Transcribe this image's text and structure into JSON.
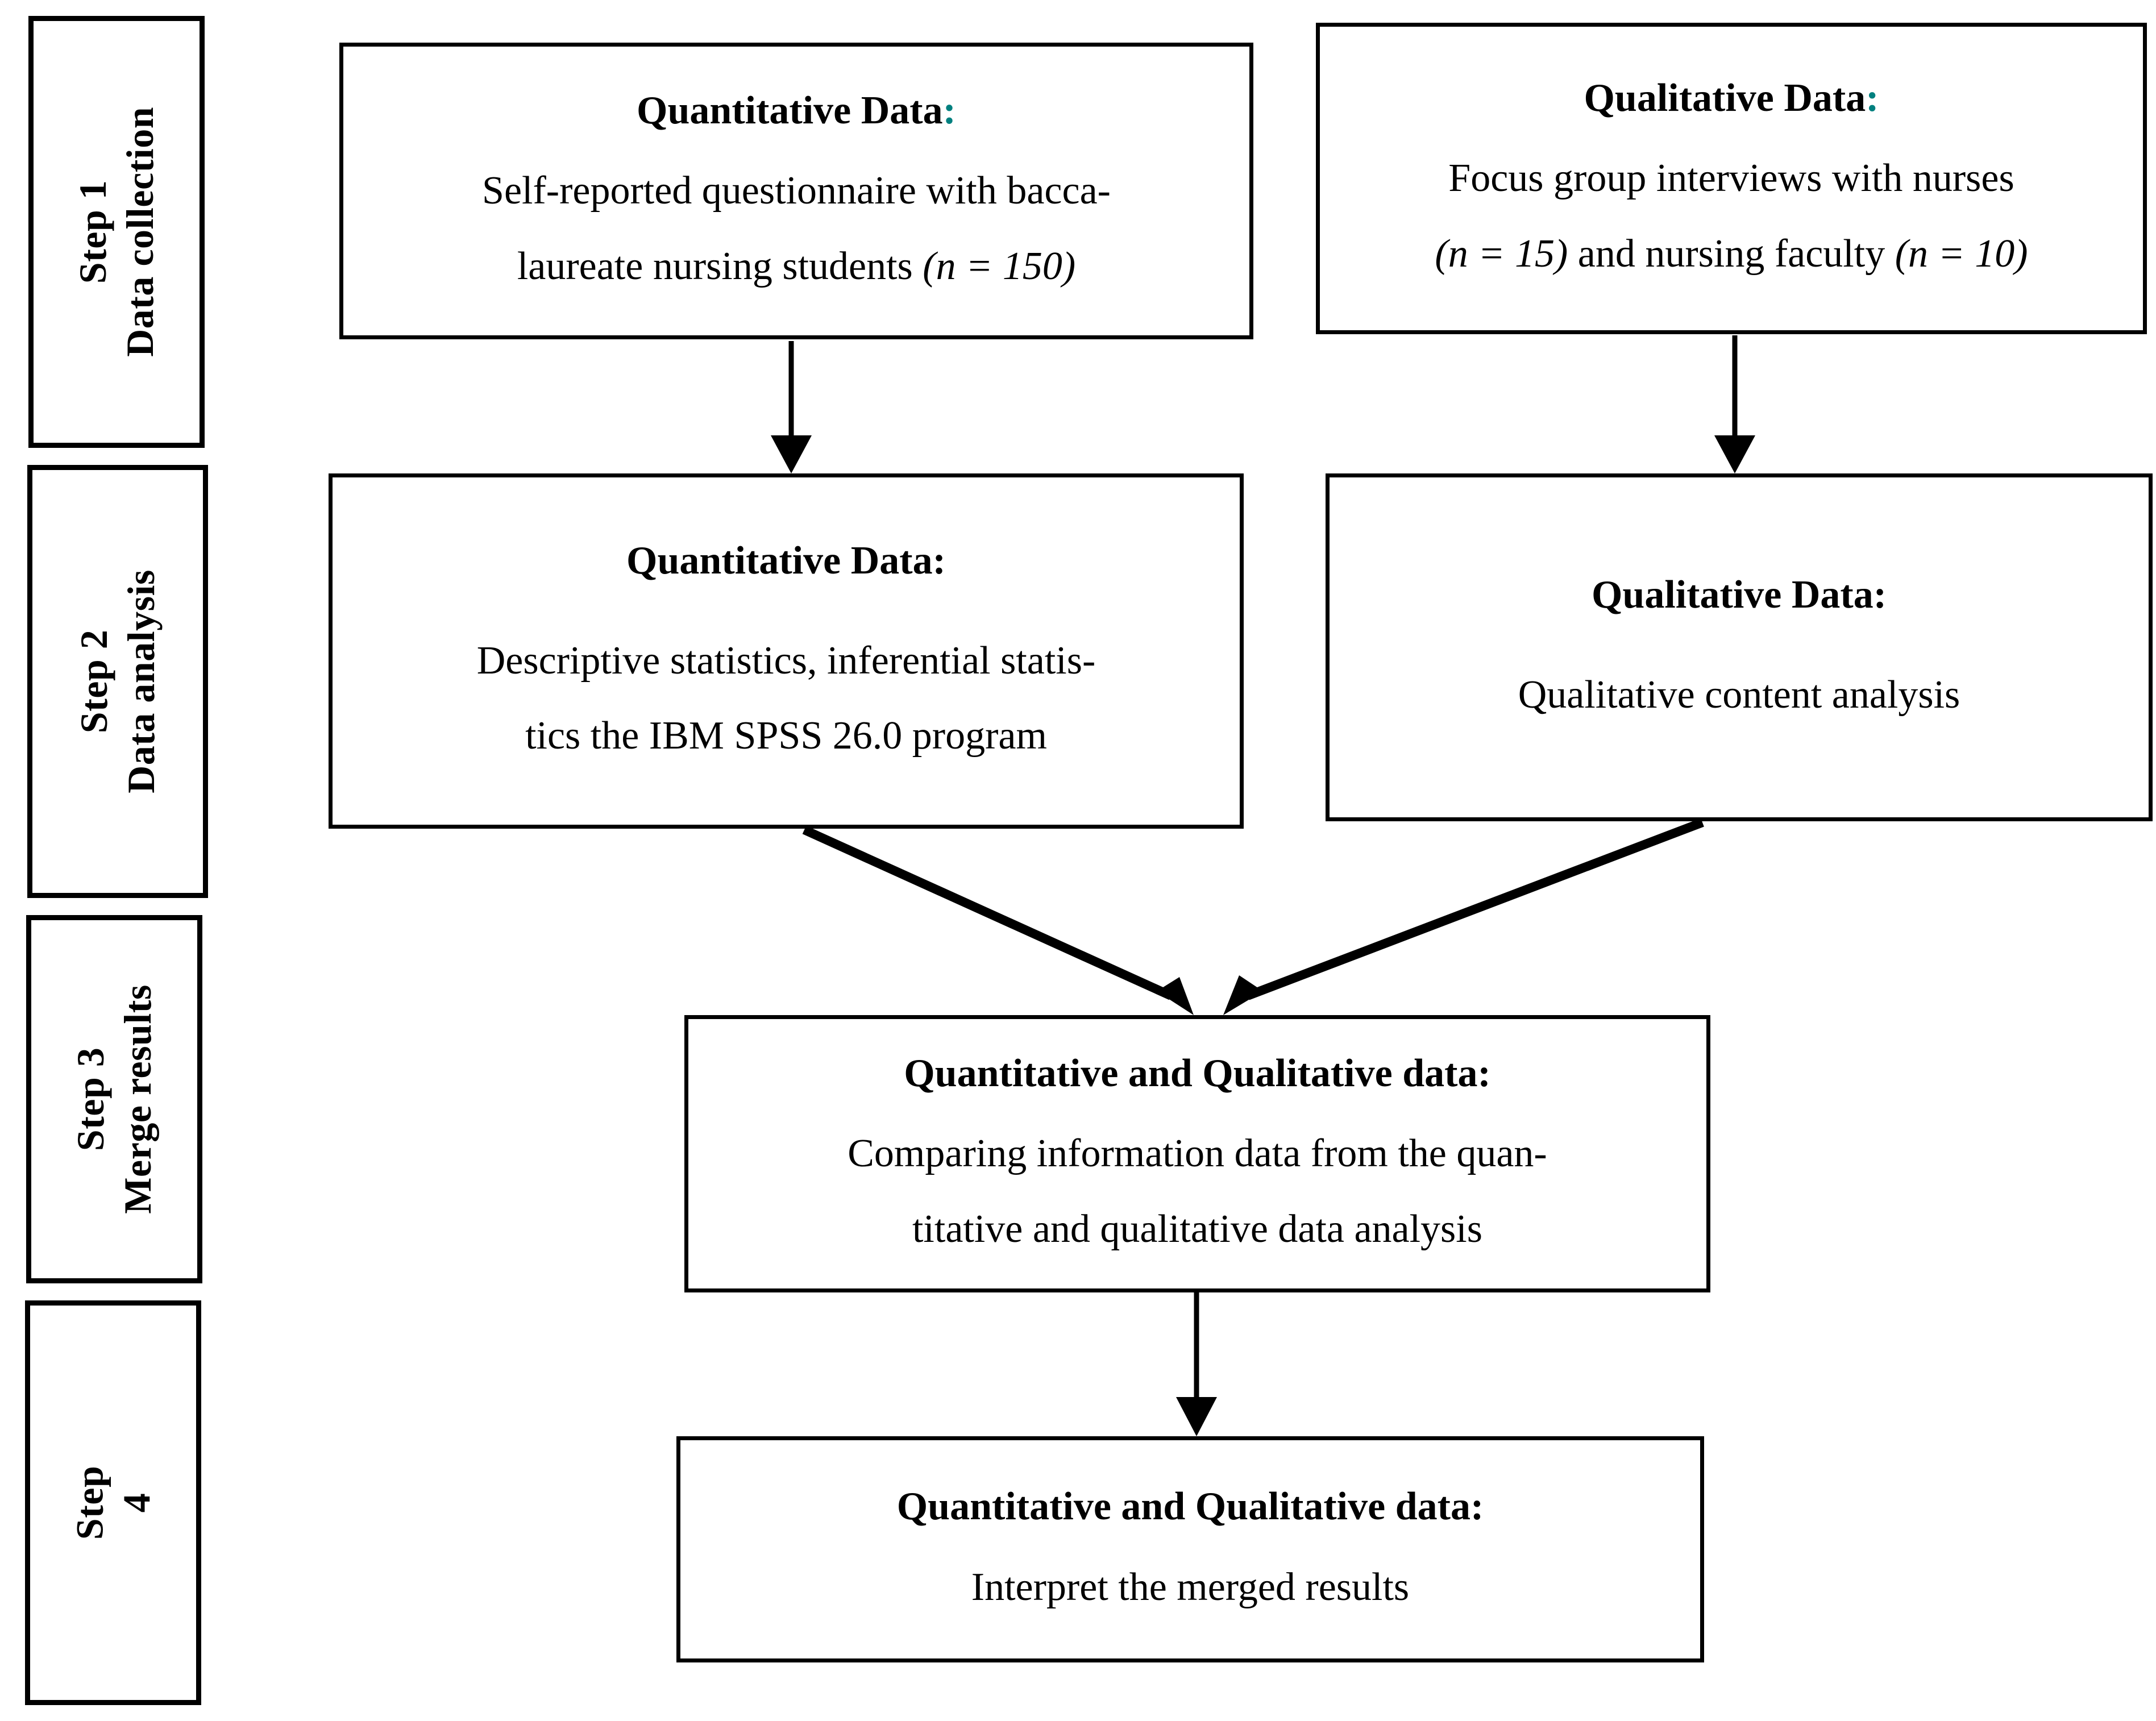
{
  "diagram": {
    "title": "Mixed-methods research design flowchart",
    "accent_color": "#00807f",
    "line_color": "#000000",
    "background": "#ffffff"
  },
  "steps": [
    {
      "number": "Step 1",
      "label": "Data collection"
    },
    {
      "number": "Step 2",
      "label": "Data analysis"
    },
    {
      "number": "Step 3",
      "label": "Merge results"
    },
    {
      "number": "Step",
      "label": "4"
    }
  ],
  "boxes": {
    "step1_quant": {
      "title": "Quantitative Data",
      "colon": ":",
      "line1": "Self-reported questionnaire with bacca-",
      "line2_pre": "laureate nursing students ",
      "line2_ital": "(n = 150)"
    },
    "step1_qual": {
      "title": "Qualitative Data",
      "colon": ":",
      "line1": "Focus group interviews with nurses",
      "line2_ital_a": "(n = 15)",
      "line2_mid": " and nursing faculty ",
      "line2_ital_b": "(n = 10)"
    },
    "step2_quant": {
      "title": "Quantitative Data:",
      "line1": "Descriptive statistics, inferential statis-",
      "line2": "tics the IBM SPSS 26.0 program"
    },
    "step2_qual": {
      "title": "Qualitative Data:",
      "line1": "Qualitative content analysis"
    },
    "step3_merge": {
      "title": "Quantitative and Qualitative data:",
      "line1": "Comparing information data from the quan-",
      "line2": "titative and qualitative data analysis"
    },
    "step4_interpret": {
      "title": "Quantitative and Qualitative data:",
      "line1": "Interpret the merged results"
    }
  },
  "arrows": [
    {
      "name": "quant-collection-to-analysis",
      "kind": "vertical-down"
    },
    {
      "name": "qual-collection-to-analysis",
      "kind": "vertical-down"
    },
    {
      "name": "quant-analysis-to-merge",
      "kind": "diagonal-down-right"
    },
    {
      "name": "qual-analysis-to-merge",
      "kind": "diagonal-down-left"
    },
    {
      "name": "merge-to-interpret",
      "kind": "vertical-down"
    }
  ]
}
